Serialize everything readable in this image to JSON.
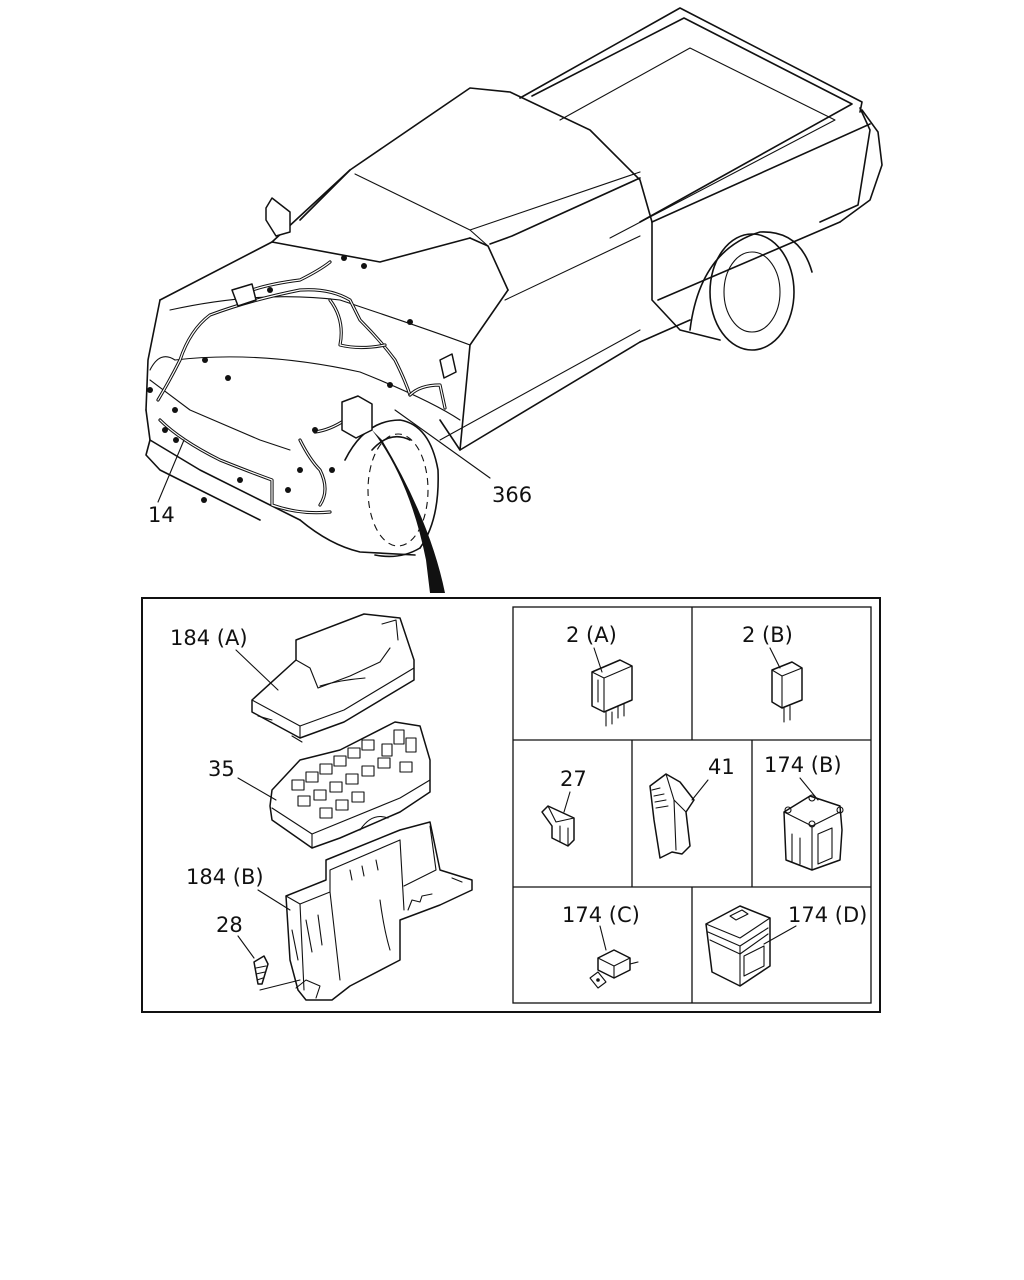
{
  "callouts": {
    "harness": "14",
    "fuse_block_wire": "366",
    "cover_upper": "184 (A)",
    "fuse_block": "35",
    "cover_lower": "184 (B)",
    "screw": "28",
    "relay_a": "2 (A)",
    "relay_b": "2 (B)",
    "mini_fuse": "27",
    "fuse_puller": "41",
    "fuse_174b": "174 (B)",
    "fuse_174c": "174 (C)",
    "fuse_174d": "174 (D)"
  }
}
